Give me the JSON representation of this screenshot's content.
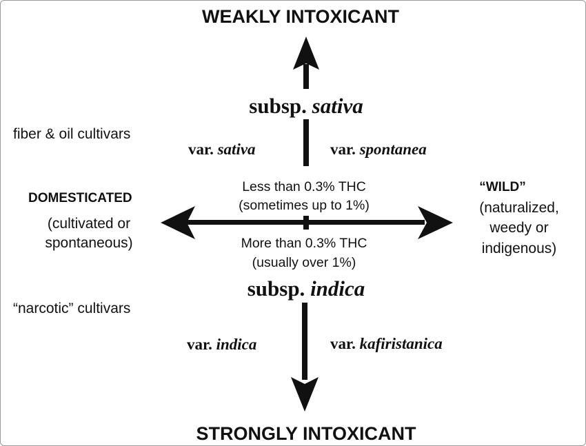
{
  "axis": {
    "top": "WEAKLY INTOXICANT",
    "bottom": "STRONGLY INTOXICANT",
    "left": {
      "title": "DOMESTICATED",
      "line1": "(cultivated or",
      "line2": "spontaneous)"
    },
    "right": {
      "title": "“WILD”",
      "line1": "(naturalized,",
      "line2": "weedy or",
      "line3": "indigenous)"
    }
  },
  "upper": {
    "subsp_prefix": "subsp.",
    "subsp_name": "sativa",
    "left_var_prefix": "var.",
    "left_var_name": "sativa",
    "right_var_prefix": "var.",
    "right_var_name": "spontanea",
    "cultivars": "fiber & oil cultivars",
    "thc_line1": "Less than 0.3% THC",
    "thc_line2": "(sometimes up to 1%)"
  },
  "lower": {
    "subsp_prefix": "subsp.",
    "subsp_name": "indica",
    "left_var_prefix": "var.",
    "left_var_name": "indica",
    "right_var_prefix": "var.",
    "right_var_name": "kafiristanica",
    "cultivars": "“narcotic” cultivars",
    "thc_line1": "More than 0.3% THC",
    "thc_line2": "(usually over 1%)"
  }
}
